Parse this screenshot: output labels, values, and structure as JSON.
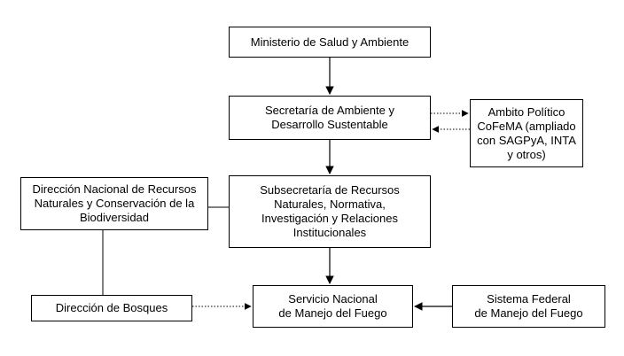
{
  "nodes": {
    "ministerio": "Ministerio de Salud y Ambiente",
    "secretaria": "Secretaría de Ambiente y\nDesarrollo Sustentable",
    "ambito": "Ambito Político\nCoFeMA (ampliado\ncon SAGPyA, INTA\ny otros)",
    "subsecretaria": "Subsecretaría de Recursos\nNaturales, Normativa,\nInvestigación y Relaciones\nInstitucionales",
    "direccion_nacional": "Dirección Nacional de Recursos\nNaturales y Conservación de la\nBiodiversidad",
    "direccion_bosques": "Dirección de Bosques",
    "servicio": "Servicio Nacional\nde Manejo del Fuego",
    "sistema": "Sistema Federal\nde Manejo del Fuego"
  },
  "colors": {
    "line": "#000000",
    "box_border": "#000000",
    "background": "#ffffff"
  }
}
